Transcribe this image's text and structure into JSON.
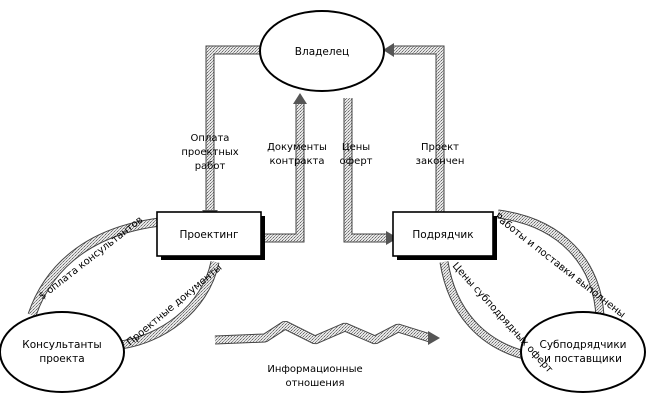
{
  "nodes": {
    "owner": "Владелец",
    "design": "Проектинг",
    "contractor": "Подрядчик",
    "consultants": [
      "Консультанты",
      "проекта"
    ],
    "subcontractors": [
      "Субподрядчики",
      "и поставщики"
    ]
  },
  "flows": {
    "design_payment": [
      "Оплата",
      "проектных",
      "работ"
    ],
    "contract_docs": [
      "Документы",
      "контракта"
    ],
    "bid_prices": [
      "Цены",
      "оферт"
    ],
    "project_done": [
      "Проект",
      "закончен"
    ],
    "consultant_payment": "$ оплата консультантов",
    "design_docs": "Проектные документы",
    "works_supplies": "Работы и поставки выполнены",
    "sub_bids": "Цены субподрядных оферт"
  },
  "legend": [
    "Информационные",
    "отношения"
  ]
}
